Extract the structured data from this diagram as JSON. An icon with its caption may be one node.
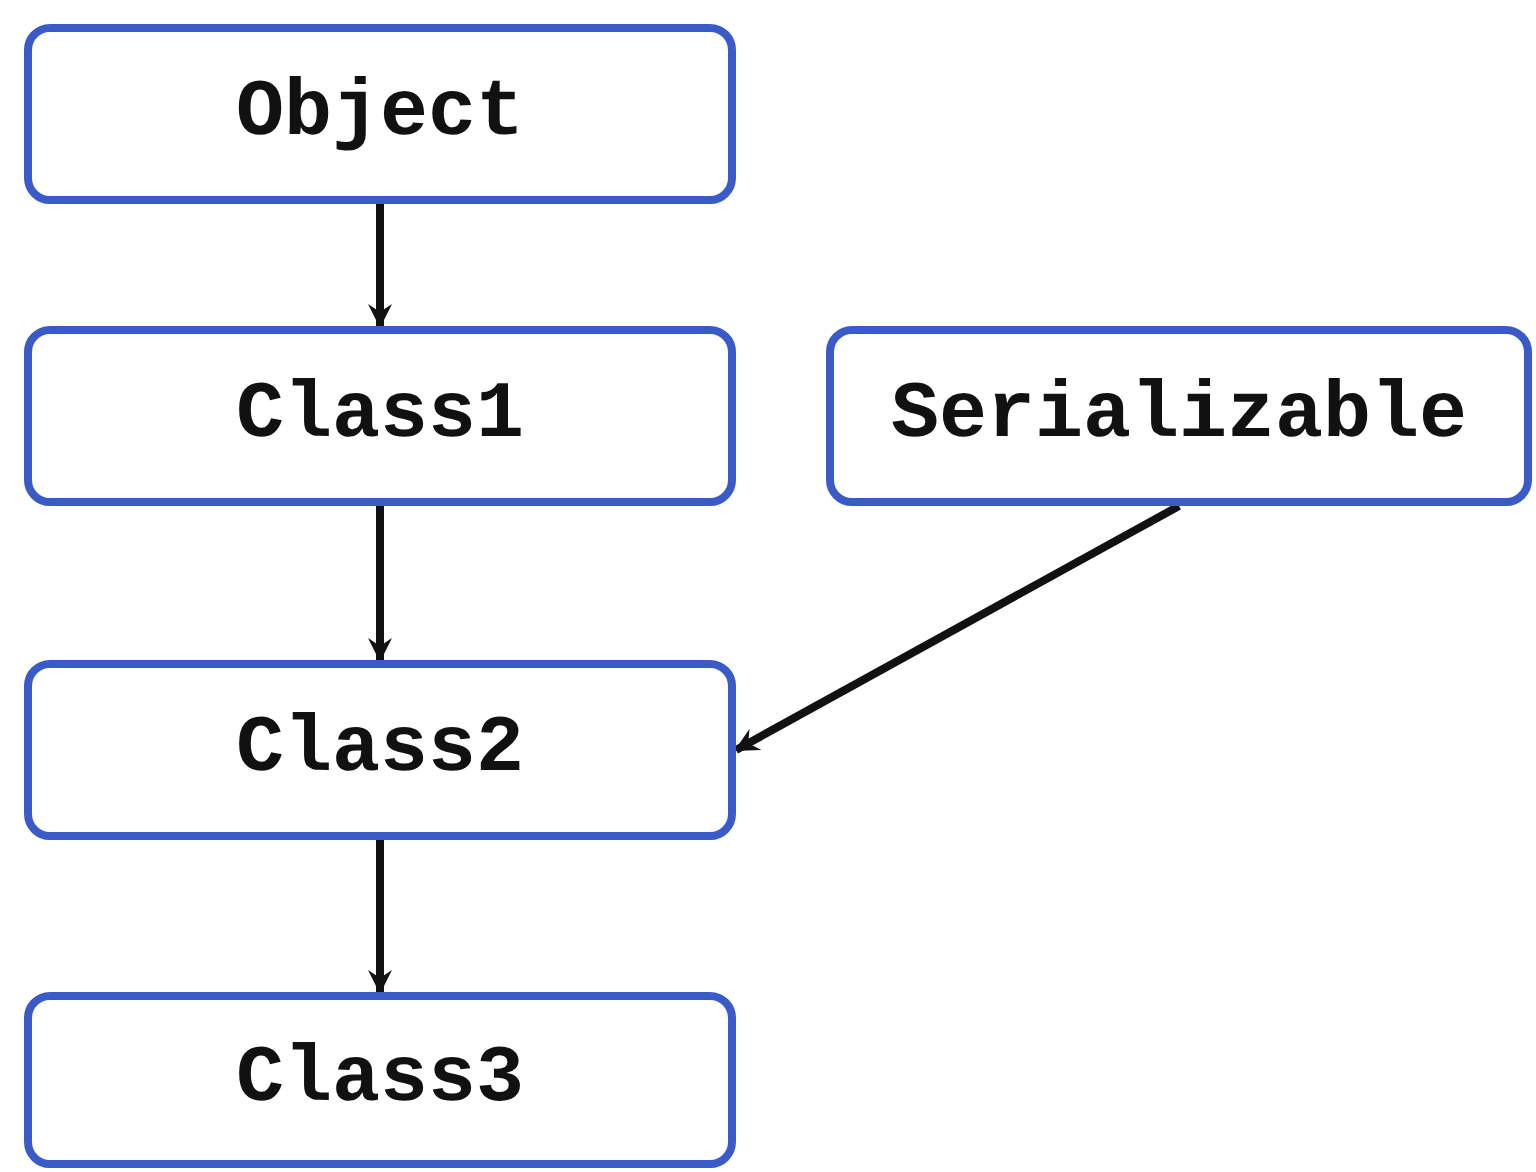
{
  "diagram": {
    "nodes": [
      {
        "text": [
          "Object"
        ]
      },
      {
        "text": [
          "Class1"
        ]
      },
      {
        "text": [
          "Serializable"
        ]
      },
      {
        "text": [
          "Class2"
        ]
      },
      {
        "text": [
          "Class3"
        ]
      }
    ],
    "edges": [
      {
        "from": 0,
        "to": 1,
        "arrow": "to"
      },
      {
        "from": 1,
        "to": 3,
        "arrow": "to"
      },
      {
        "from": 2,
        "to": 3,
        "arrow": "to"
      },
      {
        "from": 3,
        "to": 4,
        "arrow": "to"
      }
    ]
  }
}
